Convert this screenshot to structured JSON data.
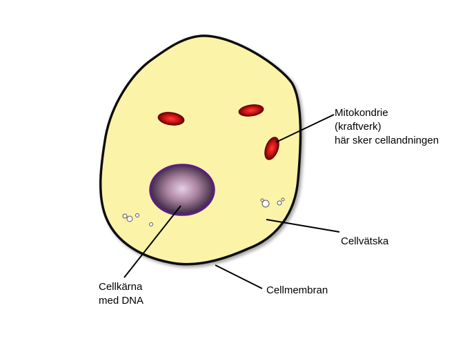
{
  "labels": {
    "mitochondria": [
      "Mitokondrie",
      "(kraftverk)",
      "här sker cellandningen"
    ],
    "cytoplasm": "Cellvätska",
    "nucleus": [
      "Cellkärna",
      "med DNA"
    ],
    "membrane": "Cellmembran"
  },
  "colors": {
    "cytoplasm_fill": "#fbf3a8",
    "membrane_stroke": "#111111",
    "nucleus_ring": "#5a1f82",
    "nucleus_core": "#d9bde0",
    "nucleus_edge": "#2b1a33",
    "mitochondria_outer": "#5a0000",
    "mitochondria_inner": "#e01818",
    "leader_line": "#000000"
  },
  "icons": {
    "mitochondrion": "red-oval",
    "nucleus": "purple-ring-circle",
    "vesicle": "small-white-circle"
  }
}
